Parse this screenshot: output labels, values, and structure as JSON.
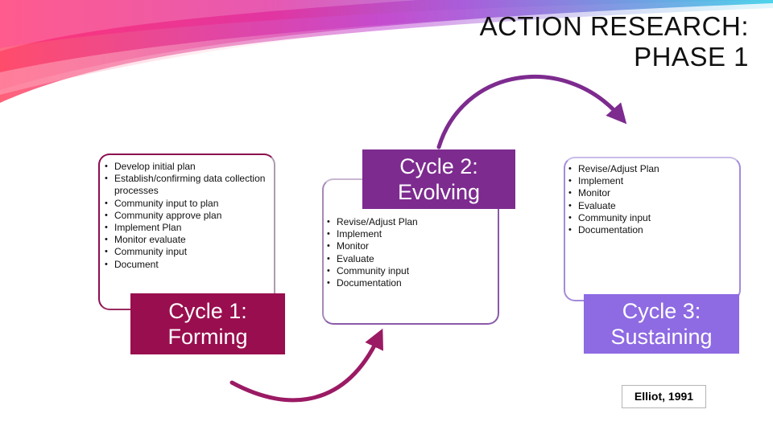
{
  "title": {
    "line1": "ACTION RESEARCH:",
    "line2": "PHASE 1"
  },
  "cycles": [
    {
      "label_line1": "Cycle 1:",
      "label_line2": "Forming",
      "items": [
        "Develop initial  plan",
        " Establish/confirming data collection processes",
        " Community input to plan",
        "Community approve plan",
        "Implement Plan",
        "Monitor evaluate",
        "Community input",
        "Document"
      ]
    },
    {
      "label_line1": "Cycle 2:",
      "label_line2": "Evolving",
      "items": [
        "Revise/Adjust  Plan",
        "Implement",
        "Monitor",
        "Evaluate",
        "Community input",
        "Documentation"
      ]
    },
    {
      "label_line1": "Cycle 3:",
      "label_line2": "Sustaining",
      "items": [
        "Revise/Adjust Plan",
        "Implement",
        "Monitor",
        "Evaluate",
        "Community input",
        "Documentation"
      ]
    }
  ],
  "citation": "Elliot, 1991",
  "colors": {
    "cycle1": "#990e4e",
    "cycle2": "#7d2b8f",
    "cycle3": "#8e6ae3",
    "arrow_lower": "#9b1a64",
    "arrow_upper": "#7d2b8f"
  }
}
